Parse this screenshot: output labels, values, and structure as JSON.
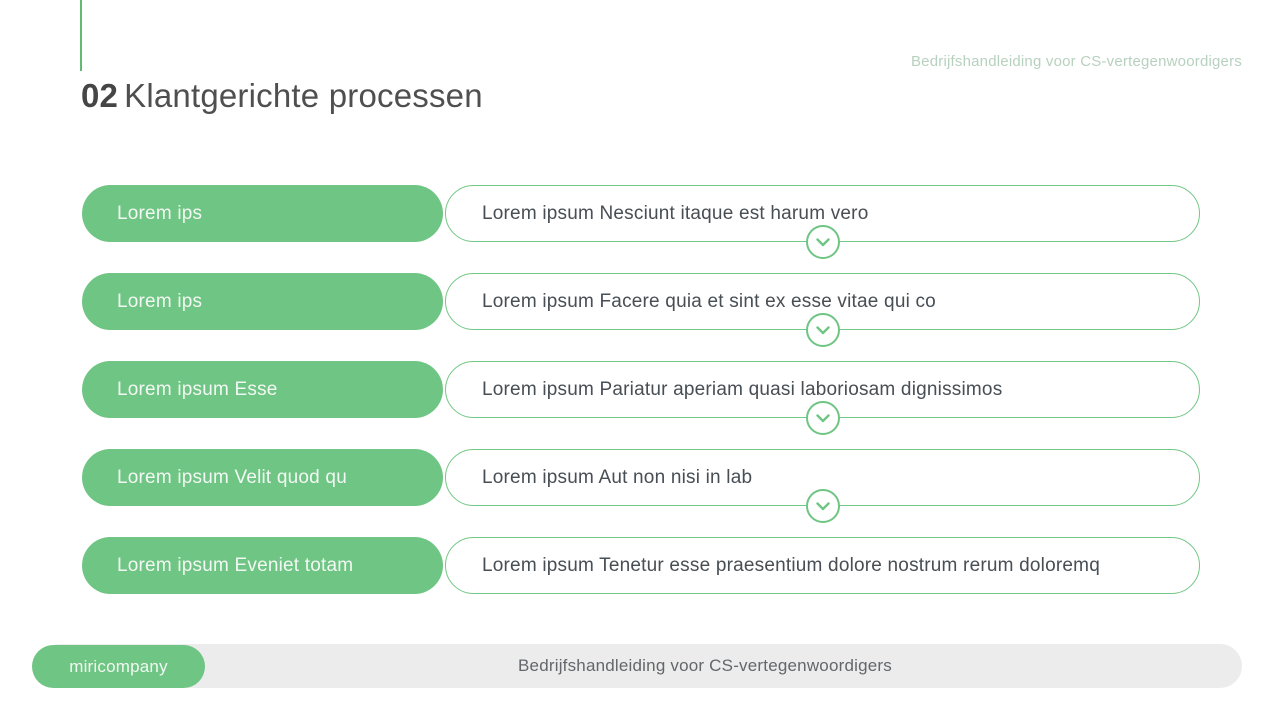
{
  "colors": {
    "green": "#6fc583",
    "pill_border": "#74c785",
    "accent_line": "#62ba74",
    "title_text": "#4f4f4f",
    "title_number": "#454545",
    "pill_label_text": "#f2f8f3",
    "pill_desc_text": "#474e54",
    "note_text": "#b7d1bf",
    "footer_bar": "#ececec",
    "footer_text": "#63676b"
  },
  "header": {
    "note": "Bedrijfshandleiding voor CS-vertegenwoordigers",
    "number": "02",
    "title": "Klantgerichte processen"
  },
  "rows": [
    {
      "label": "Lorem ips",
      "description": "Lorem ipsum Nesciunt itaque est harum vero"
    },
    {
      "label": "Lorem ips",
      "description": "Lorem ipsum Facere quia et sint ex esse vitae qui co"
    },
    {
      "label": "Lorem ipsum Esse",
      "description": "Lorem ipsum Pariatur aperiam quasi laboriosam dignissimos"
    },
    {
      "label": "Lorem ipsum Velit quod qu",
      "description": "Lorem ipsum Aut non nisi in lab"
    },
    {
      "label": "Lorem ipsum Eveniet totam",
      "description": "Lorem ipsum Tenetur esse praesentium dolore nostrum rerum doloremq"
    }
  ],
  "icons": {
    "chevron": "chevron-down-icon"
  },
  "footer": {
    "company": "miricompany",
    "text": "Bedrijfshandleiding voor CS-vertegenwoordigers"
  }
}
